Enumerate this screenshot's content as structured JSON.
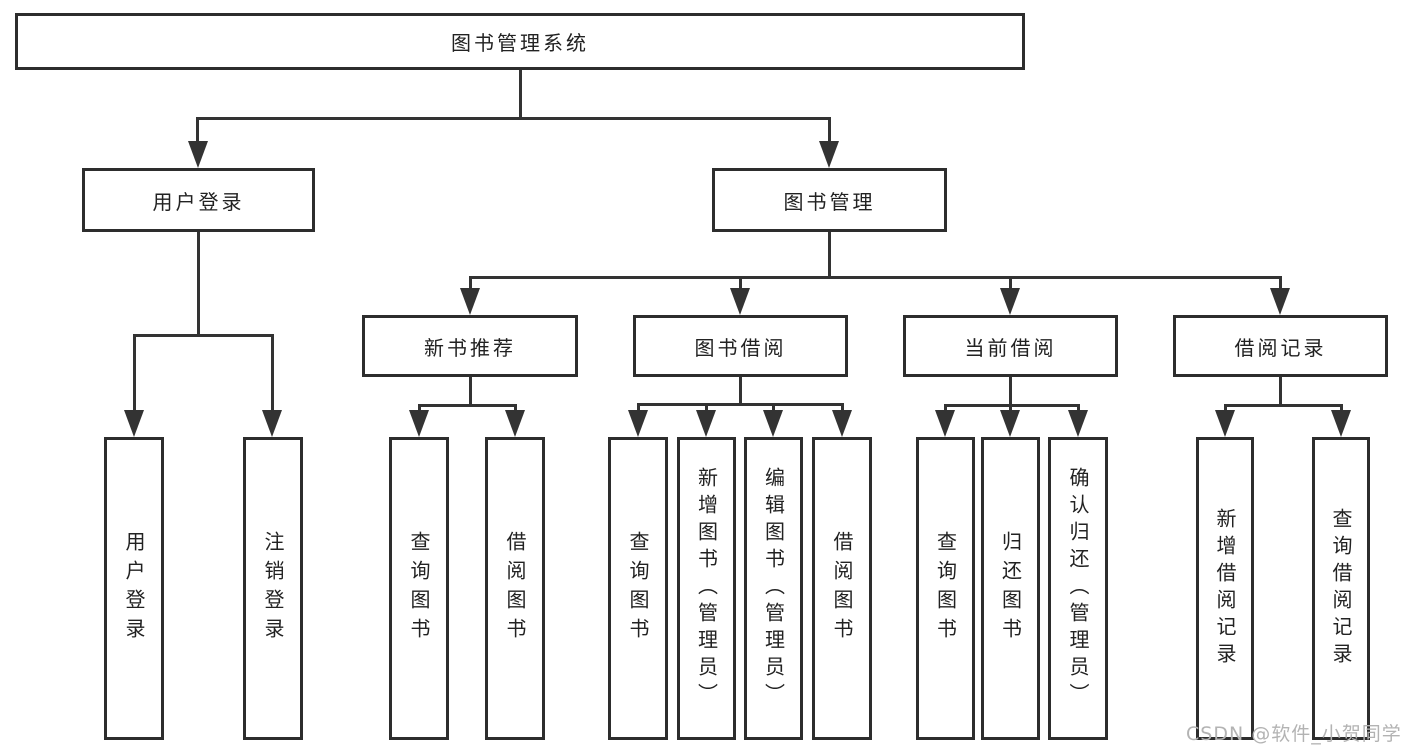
{
  "tree": {
    "root": {
      "label": "图书管理系统",
      "children": [
        {
          "label": "用户登录",
          "children": [
            {
              "label": "用户登录"
            },
            {
              "label": "注销登录"
            }
          ]
        },
        {
          "label": "图书管理",
          "children": [
            {
              "label": "新书推荐",
              "children": [
                {
                  "label": "查询图书"
                },
                {
                  "label": "借阅图书"
                }
              ]
            },
            {
              "label": "图书借阅",
              "children": [
                {
                  "label": "查询图书"
                },
                {
                  "label": "新增图书（管理员）"
                },
                {
                  "label": "编辑图书（管理员）"
                },
                {
                  "label": "借阅图书"
                }
              ]
            },
            {
              "label": "当前借阅",
              "children": [
                {
                  "label": "查询图书"
                },
                {
                  "label": "归还图书"
                },
                {
                  "label": "确认归还（管理员）"
                }
              ]
            },
            {
              "label": "借阅记录",
              "children": [
                {
                  "label": "新增借阅记录"
                },
                {
                  "label": "查询借阅记录"
                }
              ]
            }
          ]
        }
      ]
    }
  },
  "watermark": {
    "text": "CSDN @软件_小贺同学"
  },
  "colors": {
    "line": "#333333",
    "border": "#2d2d2d",
    "text": "#222222",
    "watermark": "#b3b3b3",
    "background": "#ffffff"
  }
}
